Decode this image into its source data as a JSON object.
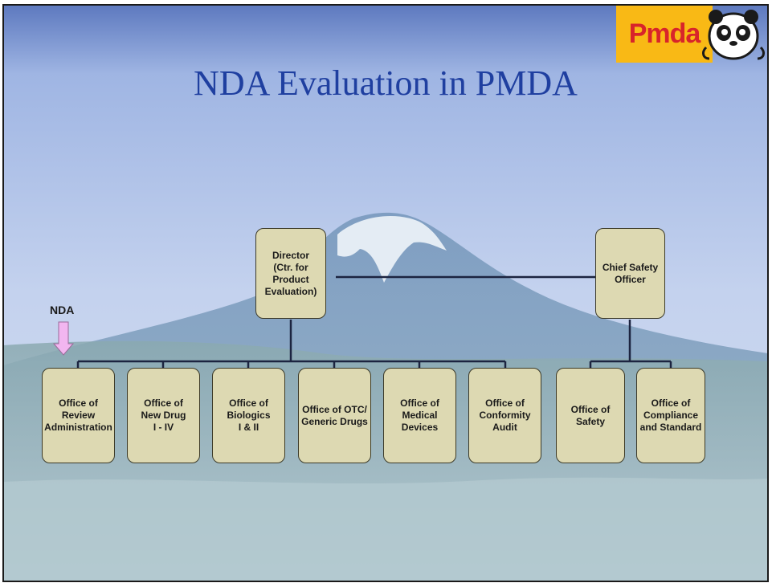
{
  "title": "NDA Evaluation in PMDA",
  "logo": {
    "text": "Pmda",
    "icon": "panda-icon",
    "bg_color": "#f9b915",
    "text_color": "#d8242a"
  },
  "nda_label": "NDA",
  "colors": {
    "box_fill": "#ddd9b2",
    "box_border": "#3c3a28",
    "connector": "#1c2440",
    "title": "#1f3fa0",
    "arrow": "#f2b6f0"
  },
  "nodes": [
    {
      "id": "director",
      "label": "Director\n(Ctr. for\nProduct\nEvaluation)"
    },
    {
      "id": "chief-safety-officer",
      "label": "Chief Safety\nOfficer"
    },
    {
      "id": "office-review-administration",
      "label": "Office of\nReview\nAdministration"
    },
    {
      "id": "office-new-drug",
      "label": "Office of\nNew Drug\nI - IV"
    },
    {
      "id": "office-biologics",
      "label": "Office of\nBiologics\nI & II"
    },
    {
      "id": "office-otc-generic",
      "label": "Office of OTC/\nGeneric Drugs"
    },
    {
      "id": "office-medical-devices",
      "label": "Office of\nMedical\nDevices"
    },
    {
      "id": "office-conformity-audit",
      "label": "Office of\nConformity\nAudit"
    },
    {
      "id": "office-safety",
      "label": "Office of\nSafety"
    },
    {
      "id": "office-compliance-standard",
      "label": "Office of\nCompliance\nand Standard"
    }
  ],
  "edges": [
    {
      "from": "director",
      "to": "chief-safety-officer"
    },
    {
      "from": "director",
      "to": "office-review-administration"
    },
    {
      "from": "director",
      "to": "office-new-drug"
    },
    {
      "from": "director",
      "to": "office-biologics"
    },
    {
      "from": "director",
      "to": "office-otc-generic"
    },
    {
      "from": "director",
      "to": "office-medical-devices"
    },
    {
      "from": "director",
      "to": "office-conformity-audit"
    },
    {
      "from": "chief-safety-officer",
      "to": "office-safety"
    },
    {
      "from": "chief-safety-officer",
      "to": "office-compliance-standard"
    }
  ]
}
